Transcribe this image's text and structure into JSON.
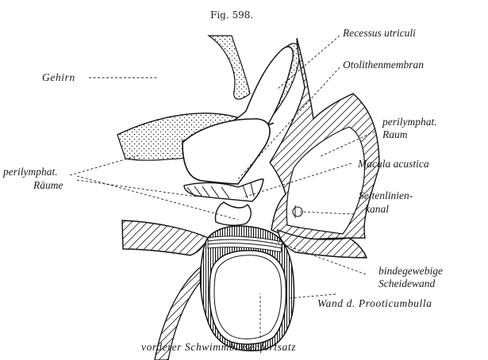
{
  "figure_number": "Fig. 598.",
  "labels": {
    "gehirn": "Gehirn",
    "recessus_utriculi": "Recessus utriculi",
    "otolithenmembran": "Otolithenmembran",
    "perilymphat_raum_line1": "perilymphat.",
    "perilymphat_raum_line2": "Raum",
    "perilymphat_raeume_line1": "perilymphat.",
    "perilymphat_raeume_line2": "Räume",
    "macula_acustica": "Macula acustica",
    "seitenlinienkanal_line1": "Seitenlinien-",
    "seitenlinienkanal_line2": "kanal",
    "bindegewebige_line1": "bindegewebige",
    "bindegewebige_line2": "Scheidewand",
    "wand_prooticumbulla": "Wand d. Prooticumbulla",
    "schwimmblasenfortsatz": "vorderer Schwimmblasenfortsatz"
  }
}
